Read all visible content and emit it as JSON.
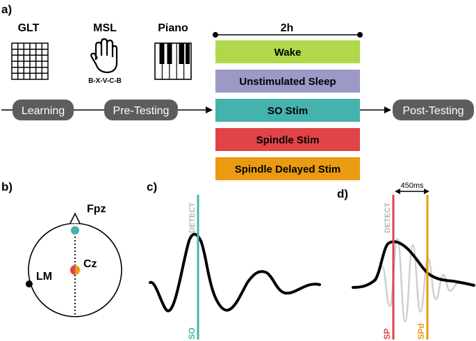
{
  "panel_a": {
    "label": "a)",
    "tasks": {
      "glt": "GLT",
      "msl": "MSL",
      "msl_sequence": "B-X-V-C-B",
      "piano": "Piano"
    },
    "duration": "2h",
    "stages": [
      "Learning",
      "Pre-Testing",
      "Post-Testing"
    ],
    "conditions": [
      {
        "label": "Wake",
        "color": "#b0d84a"
      },
      {
        "label": "Unstimulated Sleep",
        "color": "#9b9ac6"
      },
      {
        "label": "SO Stim",
        "color": "#45b2ad"
      },
      {
        "label": "Spindle Stim",
        "color": "#e04447"
      },
      {
        "label": "Spindle Delayed Stim",
        "color": "#ea9b11"
      }
    ]
  },
  "panel_b": {
    "label": "b)",
    "electrodes": {
      "fpz": "Fpz",
      "cz": "Cz",
      "lm": "LM"
    }
  },
  "panel_c": {
    "label": "c)",
    "detect": "DETECT",
    "marker": "SO"
  },
  "panel_d": {
    "label": "d)",
    "delay": "450ms",
    "detect": "DETECT",
    "marker_sp": "SP",
    "marker_spd": "SPd"
  },
  "colors": {
    "pill": "#5d5d5d",
    "teal": "#45b2ad",
    "red": "#e04447",
    "orange": "#ea9b11",
    "grey_text": "#b5b5b5"
  }
}
